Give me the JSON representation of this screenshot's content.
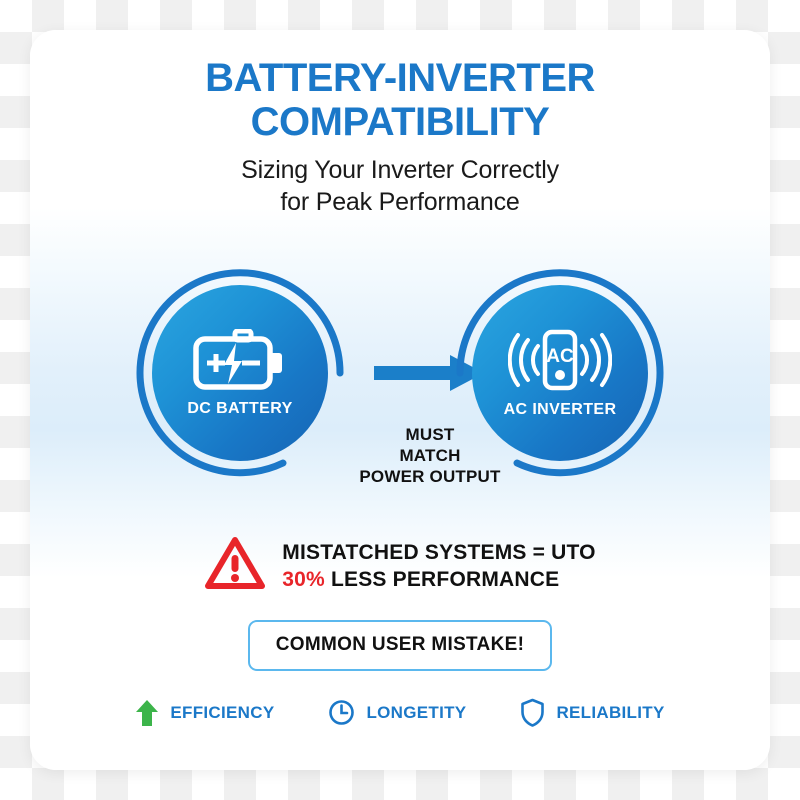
{
  "card": {
    "header": {
      "title_line1": "BATTERY-INVERTER",
      "title_line2": "COMPATIBILITY",
      "subtitle_line1": "Sizing Your Inverter Correctly",
      "subtitle_line2": "for Peak Performance",
      "title_color": "#1b78c8",
      "subtitle_color": "#1a1a1a"
    },
    "diagram": {
      "source_node": {
        "label": "DC BATTERY",
        "icon": "battery-icon",
        "icon_symbols": [
          "plus",
          "lightning-bolt",
          "minus"
        ],
        "fill_gradient_from": "#2ba6e0",
        "fill_gradient_to": "#1664b4"
      },
      "connector": {
        "icon": "right-arrow-icon",
        "color": "#1b7fc9",
        "caption_line1": "MUST",
        "caption_line2": "MATCH",
        "caption_line3": "POWER OUTPUT",
        "caption_color": "#111111"
      },
      "target_node": {
        "label": "AC INVERTER",
        "icon": "ac-inverter-device-icon",
        "device_text": "AC",
        "fill_gradient_from": "#2ba6e0",
        "fill_gradient_to": "#1664b4"
      }
    },
    "warning": {
      "icon": "warning-triangle-icon",
      "icon_color": "#e8252a",
      "line1": "MISTATCHED SYSTEMS = UTO",
      "line2_highlight": "30%",
      "line2_rest": " LESS PERFORMANCE",
      "highlight_color": "#e8252a"
    },
    "callout": {
      "button_label": "COMMON USER MISTAKE!",
      "border_color": "#5bb8ee",
      "text_color": "#111111"
    },
    "features": [
      {
        "label": "EFFICIENCY",
        "icon": "up-arrow-icon",
        "color": "#3cb44a"
      },
      {
        "label": "LONGETITY",
        "icon": "clock-icon",
        "color": "#1b78c8"
      },
      {
        "label": "RELIABILITY",
        "icon": "shield-icon",
        "color": "#1b78c8"
      }
    ]
  }
}
